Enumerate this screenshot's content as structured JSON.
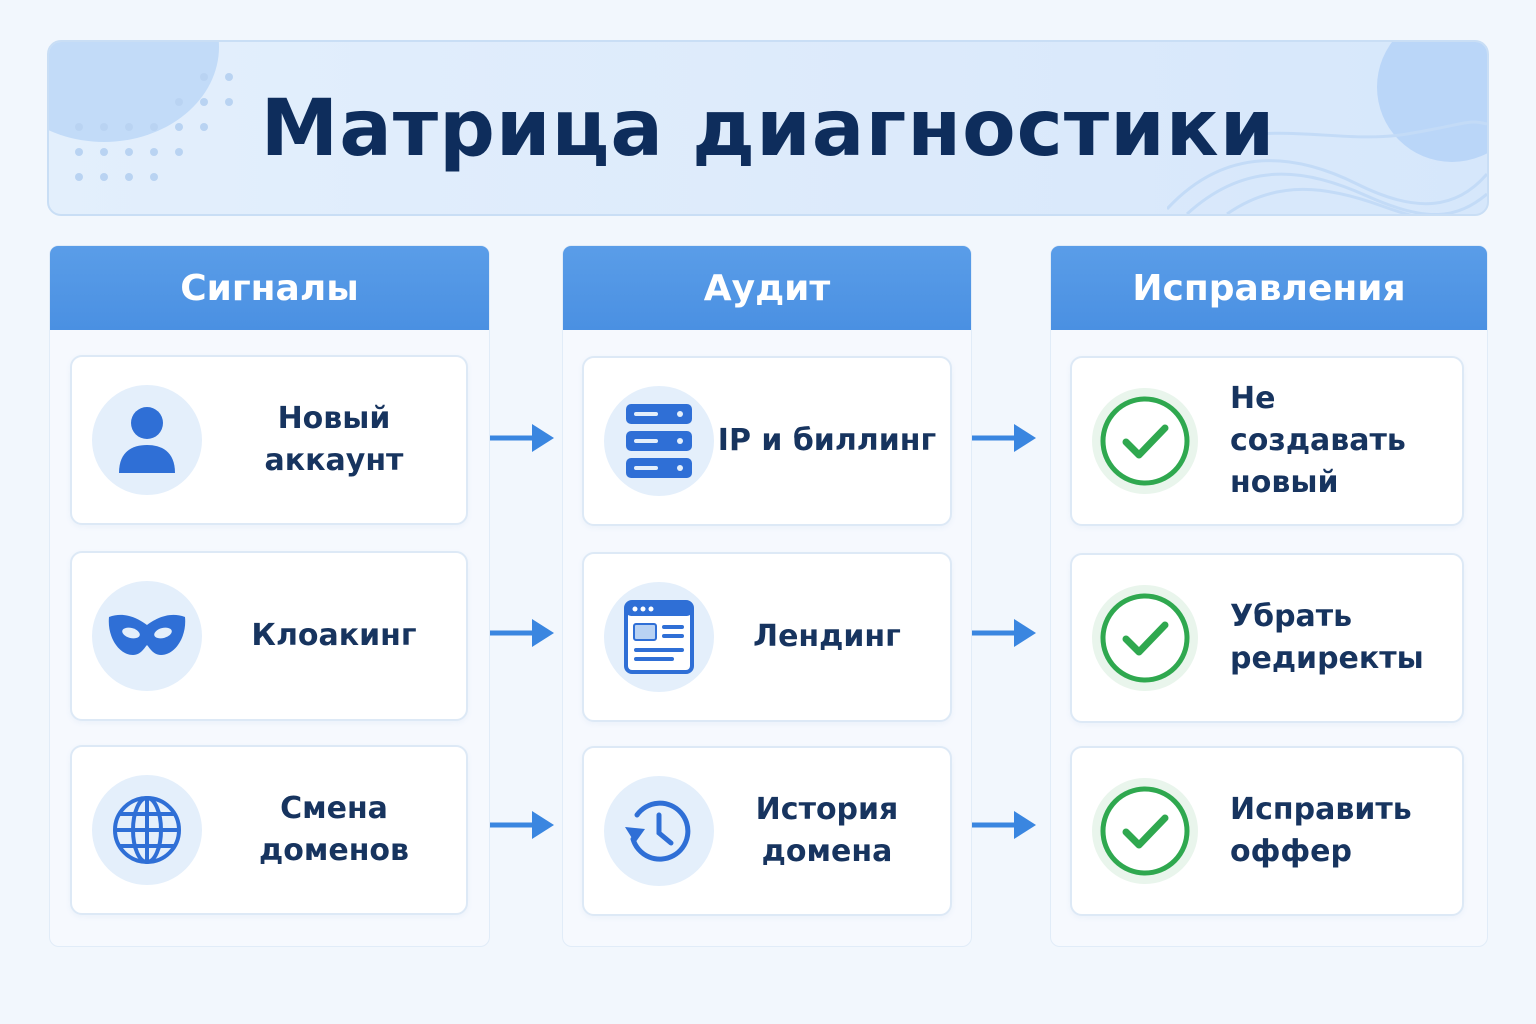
{
  "title": "Матрица диагностики",
  "columns": [
    {
      "header": "Сигналы",
      "items": [
        {
          "lines": [
            "Новый",
            "аккаунт"
          ],
          "icon": "user-icon"
        },
        {
          "lines": [
            "Клоакинг"
          ],
          "icon": "mask-icon"
        },
        {
          "lines": [
            "Смена",
            "доменов"
          ],
          "icon": "globe-icon"
        }
      ]
    },
    {
      "header": "Аудит",
      "items": [
        {
          "lines": [
            "IP и биллинг"
          ],
          "icon": "server-icon"
        },
        {
          "lines": [
            "Лендинг"
          ],
          "icon": "browser-window-icon"
        },
        {
          "lines": [
            "История",
            "домена"
          ],
          "icon": "history-clock-icon"
        }
      ]
    },
    {
      "header": "Исправления",
      "items": [
        {
          "lines": [
            "Не создавать",
            "новый"
          ],
          "icon": "check-icon"
        },
        {
          "lines": [
            "Убрать",
            "редиректы"
          ],
          "icon": "check-icon"
        },
        {
          "lines": [
            "Исправить",
            "оффер"
          ],
          "icon": "check-icon"
        }
      ]
    }
  ],
  "colors": {
    "accent": "#4a90e2",
    "title": "#0e2d5c",
    "text": "#17345f",
    "icon_blue": "#2f6fd6",
    "check_green": "#2fa84f"
  }
}
